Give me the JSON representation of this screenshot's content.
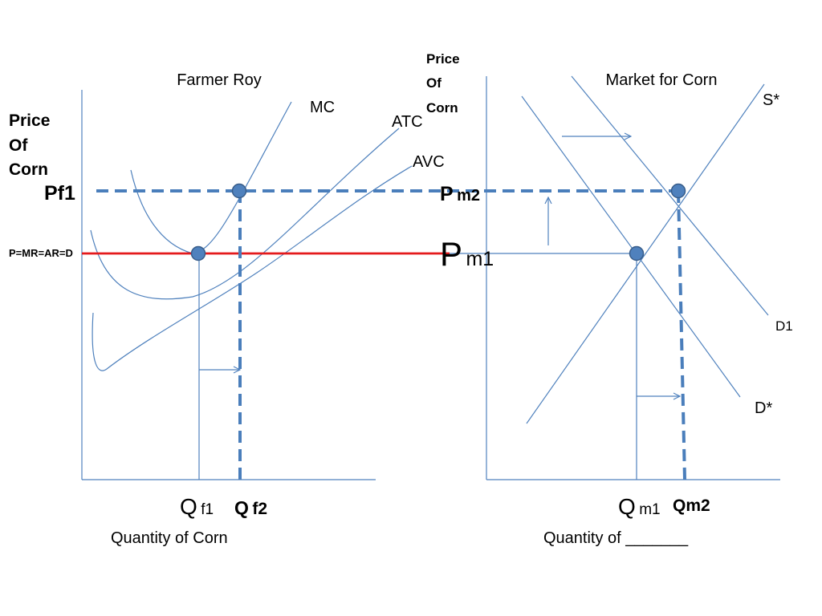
{
  "colors": {
    "curve": "#4f81bd",
    "dashed": "#4a7ebb",
    "price_line": "#e41a1c",
    "point_fill": "#4f81bd",
    "point_stroke": "#385d8a",
    "text": "#000000"
  },
  "farmer": {
    "title": "Farmer Roy",
    "y_axis_label": [
      "Price",
      "Of",
      "Corn"
    ],
    "x_axis_label": "Quantity of Corn",
    "price_labels": {
      "pf1": "Pf1",
      "mr_line": "P=MR=AR=D"
    },
    "curve_labels": {
      "mc": "MC",
      "atc": "ATC",
      "avc": "AVC"
    },
    "quantity_labels": {
      "qf1": {
        "main": "Q",
        "sub": "f1"
      },
      "qf2": {
        "main": "Q",
        "sub": "f2"
      }
    }
  },
  "market": {
    "title": "Market for Corn",
    "y_axis_label": [
      "Price",
      "Of",
      "Corn"
    ],
    "x_axis_label": "Quantity of _______",
    "price_labels": {
      "pm2": {
        "main": "P",
        "sub": "m2"
      },
      "pm1": {
        "main": "P",
        "sub": "m1"
      }
    },
    "curve_labels": {
      "supply": "S*",
      "d1": "D1",
      "dstar": "D*"
    },
    "quantity_labels": {
      "qm1": {
        "main": "Q",
        "sub": "m1"
      },
      "qm2": "Qm2"
    }
  }
}
